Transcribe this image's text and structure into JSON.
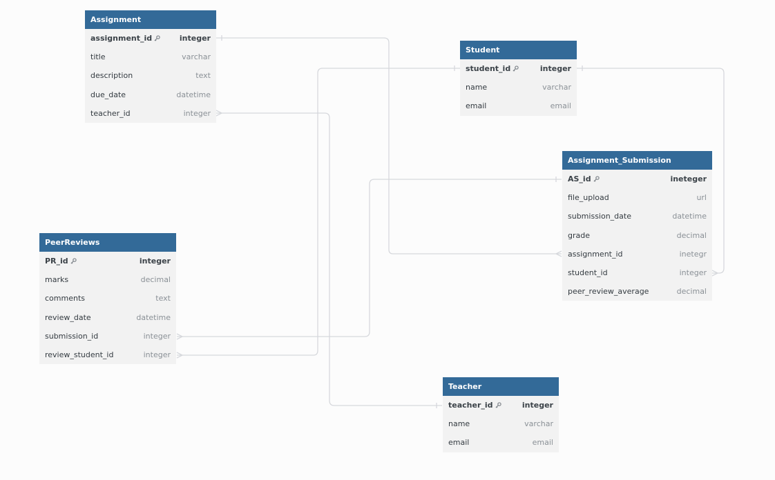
{
  "tables": {
    "assignment": {
      "name": "Assignment",
      "fields": [
        {
          "name": "assignment_id",
          "type": "integer",
          "pk": true
        },
        {
          "name": "title",
          "type": "varchar"
        },
        {
          "name": "description",
          "type": "text"
        },
        {
          "name": "due_date",
          "type": "datetime"
        },
        {
          "name": "teacher_id",
          "type": "integer"
        }
      ]
    },
    "student": {
      "name": "Student",
      "fields": [
        {
          "name": "student_id",
          "type": "integer",
          "pk": true
        },
        {
          "name": "name",
          "type": "varchar"
        },
        {
          "name": "email",
          "type": "email"
        }
      ]
    },
    "assignment_submission": {
      "name": "Assignment_Submission",
      "fields": [
        {
          "name": "AS_id",
          "type": "ineteger",
          "pk": true
        },
        {
          "name": "file_upload",
          "type": "url"
        },
        {
          "name": "submission_date",
          "type": "datetime"
        },
        {
          "name": "grade",
          "type": "decimal"
        },
        {
          "name": "assignment_id",
          "type": "inetegr"
        },
        {
          "name": "student_id",
          "type": "integer"
        },
        {
          "name": "peer_review_average",
          "type": "decimal"
        }
      ]
    },
    "peer_reviews": {
      "name": "PeerReviews",
      "fields": [
        {
          "name": "PR_id",
          "type": "integer",
          "pk": true
        },
        {
          "name": "marks",
          "type": "decimal"
        },
        {
          "name": "comments",
          "type": "text"
        },
        {
          "name": "review_date",
          "type": "datetime"
        },
        {
          "name": "submission_id",
          "type": "integer"
        },
        {
          "name": "review_student_id",
          "type": "integer"
        }
      ]
    },
    "teacher": {
      "name": "Teacher",
      "fields": [
        {
          "name": "teacher_id",
          "type": "integer",
          "pk": true
        },
        {
          "name": "name",
          "type": "varchar"
        },
        {
          "name": "email",
          "type": "email"
        }
      ]
    }
  },
  "relationships": [
    {
      "from": "Assignment.teacher_id",
      "to": "Teacher.teacher_id"
    },
    {
      "from": "Assignment_Submission.assignment_id",
      "to": "Assignment.assignment_id"
    },
    {
      "from": "Assignment_Submission.student_id",
      "to": "Student.student_id"
    },
    {
      "from": "PeerReviews.submission_id",
      "to": "Assignment_Submission.AS_id"
    },
    {
      "from": "PeerReviews.review_student_id",
      "to": "Student.student_id"
    }
  ],
  "colors": {
    "header_bg": "#336a98",
    "table_bg": "#f2f2f2",
    "connector": "#d6d8dc",
    "canvas_bg": "#fcfcfc"
  }
}
